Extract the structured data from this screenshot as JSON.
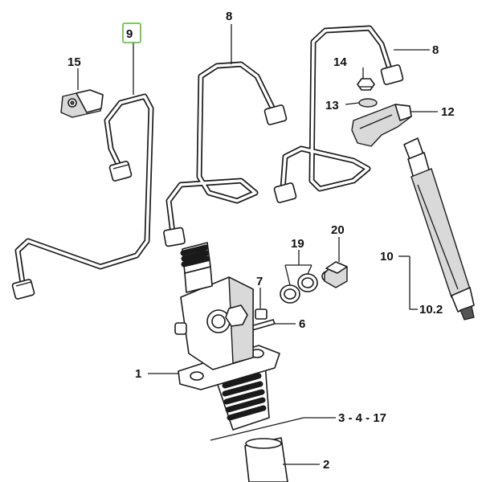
{
  "callouts": {
    "c1": "1",
    "c2": "2",
    "c3_4_17": "3 - 4 - 17",
    "c6": "6",
    "c7": "7",
    "c8a": "8",
    "c8b": "8",
    "c9": "9",
    "c10": "10",
    "c10_2": "10.2",
    "c12": "12",
    "c13": "13",
    "c14": "14",
    "c15": "15",
    "c19": "19",
    "c20": "20"
  },
  "highlighted_callout": "9",
  "highlight_color": "#6cc24a"
}
